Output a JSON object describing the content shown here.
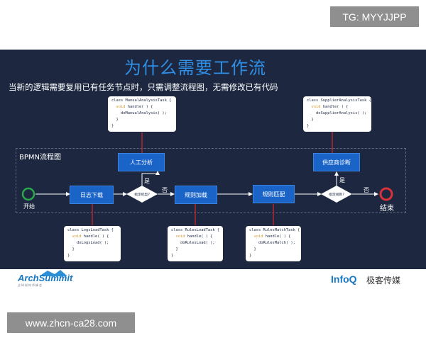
{
  "watermark_top": "TG: MYYJJPP",
  "watermark_bottom": "www.zhcn-ca28.com",
  "slide": {
    "title": "为什么需要工作流",
    "subtitle": "当新的逻辑需要复用已有任务节点时，只需调整流程图，无需修改已有代码",
    "bpmn_label": "BPMN流程图"
  },
  "nodes": {
    "start": "开始",
    "end": "结束",
    "log_download": "日志下载",
    "rule_load": "规则加载",
    "rule_match": "规则匹配",
    "manual_analysis": "人工分析",
    "supplier_diag": "供应商诊断",
    "gateway1": "指定机型?",
    "gateway2": "指定规则?",
    "yes1": "是",
    "no1": "否",
    "yes2": "是",
    "no2": "否"
  },
  "code": {
    "manual": [
      "class ManualAnalysisTask {",
      "  void handle( ) {",
      "    doManualAnalysis( );",
      "  }",
      "}"
    ],
    "supplier": [
      "class SupplierAnalysisTask {",
      "  void handle( ) {",
      "    doSupplierAnalysis( );",
      "  }",
      "}"
    ],
    "logs": [
      "class LogsLoadTask {",
      "  void handle( ) {",
      "    doLogsLoad( );",
      "  }",
      "}"
    ],
    "rules": [
      "class RulesLoadTask {",
      "  void handle( ) {",
      "    doRulesLoad( );",
      "  }",
      "}"
    ],
    "match": [
      "class RulesMatchTask {",
      "  void handle( ) {",
      "    doRulesMatch( );",
      "  }",
      "}"
    ]
  },
  "footer": {
    "archsummit": "ArchSummit",
    "archsummit_sub": "全球架构师峰会",
    "infoq": "InfoQ",
    "geek": "极客传媒"
  },
  "colors": {
    "slide_bg": "#1d2840",
    "title": "#2f8fe6",
    "task": "#1a64c8",
    "connector_red": "#c9272d",
    "start_green": "#2aa84a",
    "end_red": "#d8323a"
  }
}
